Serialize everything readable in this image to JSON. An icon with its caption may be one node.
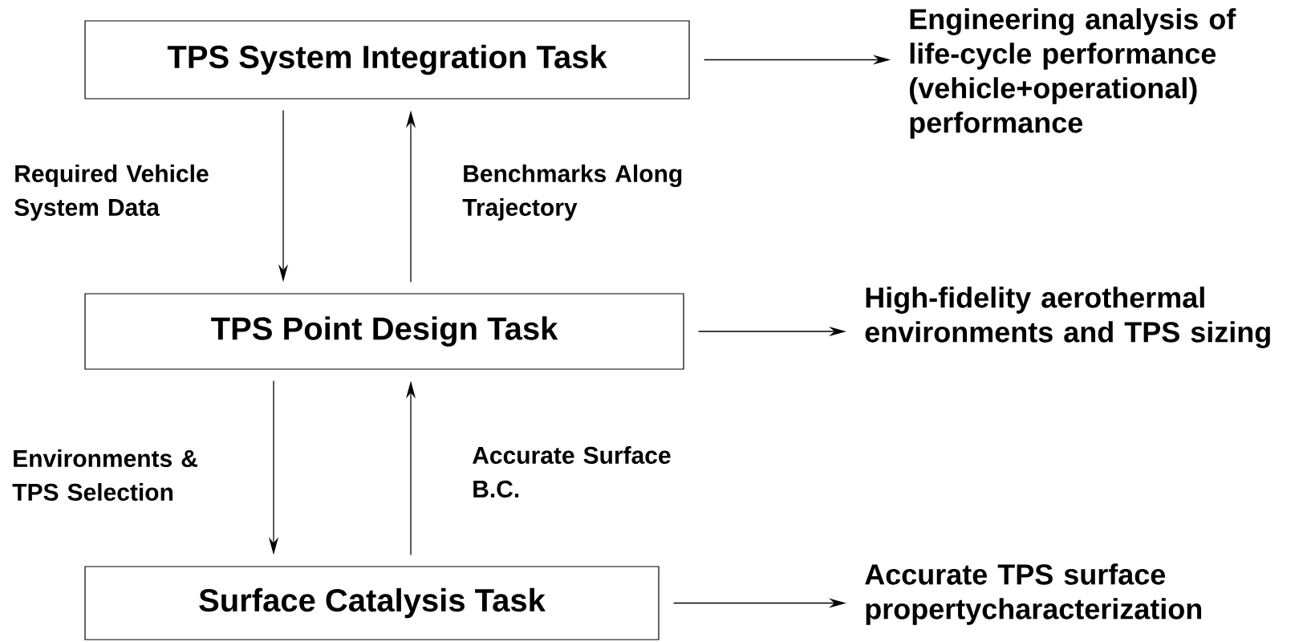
{
  "diagram": {
    "nodes": [
      {
        "text": [
          "TPS System Integration Task"
        ]
      },
      {
        "text": [
          "Engineering analysis of life-cycle performance (vehicle+operational) performance"
        ]
      },
      {
        "text": [
          "TPS Point Design Task"
        ]
      },
      {
        "text": [
          "High-fidelity aerothermal environments and TPS sizing"
        ]
      },
      {
        "text": [
          "Surface Catalysis Task"
        ]
      },
      {
        "text": [
          "Accurate TPS surface propertycharacterization"
        ]
      }
    ],
    "edges": [
      {
        "from": 0,
        "to": 1,
        "arrow": "to"
      },
      {
        "from": 0,
        "to": 2,
        "arrow": "to",
        "label": "Required Vehicle System Data"
      },
      {
        "from": 2,
        "to": 0,
        "arrow": "to",
        "label": "Benchmarks Along Trajectory"
      },
      {
        "from": 2,
        "to": 3,
        "arrow": "to"
      },
      {
        "from": 2,
        "to": 4,
        "arrow": "to",
        "label": "Environments & TPS Selection"
      },
      {
        "from": 4,
        "to": 2,
        "arrow": "to",
        "label": "Accurate Surface B.C."
      },
      {
        "from": 4,
        "to": 5,
        "arrow": "to"
      }
    ]
  }
}
